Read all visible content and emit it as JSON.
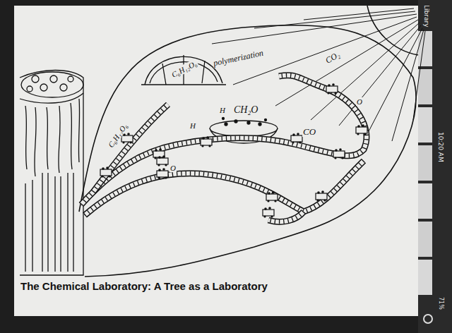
{
  "diagram": {
    "caption": "The Chemical Laboratory: A Tree as a Laboratory",
    "labels": [
      "C₆H₁₂O₆",
      "C₆H₁₂O₆",
      "polymerization",
      "CH₂O",
      "CO₂",
      "CO",
      "H",
      "H",
      "O",
      "O",
      "Library",
      "10:20 AM",
      "71%"
    ]
  }
}
